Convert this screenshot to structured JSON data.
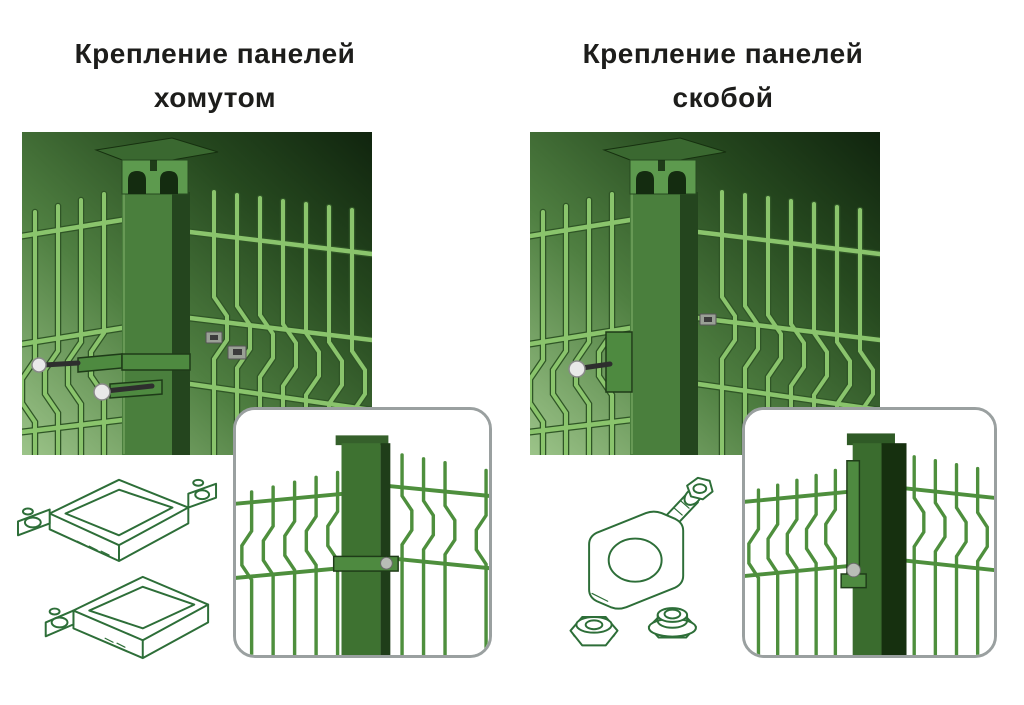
{
  "panels": [
    {
      "id": "clamp",
      "title_line1": "Крепление панелей",
      "title_line2": "хомутом"
    },
    {
      "id": "bracket",
      "title_line1": "Крепление панелей",
      "title_line2": "скобой"
    }
  ],
  "colors": {
    "page_background": "#ffffff",
    "title_text": "#1d1d1b",
    "photo_gradient_light": "#9cc489",
    "photo_gradient_mid": "#4f7f41",
    "photo_gradient_deep": "#26491f",
    "photo_gradient_dark": "#10240e",
    "wire_green": "#8ac46c",
    "wire_shadow": "#2f5526",
    "post_front": "#4a7f3d",
    "post_side": "#24451e",
    "inset_border": "#9aa0a0",
    "inset_background": "#ffffff",
    "inset_wire": "#4e8f3d",
    "drawing_stroke": "#2d6e38",
    "bolt_head": "#e9e9e9",
    "clip_gray": "#9aa096"
  }
}
